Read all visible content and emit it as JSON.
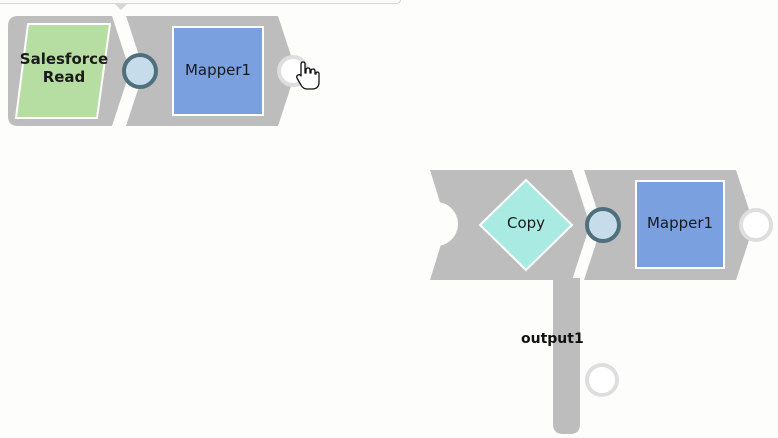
{
  "pipeline1": {
    "snap1_label": "Salesforce\nRead",
    "snap2_label": "Mapper1"
  },
  "pipeline2": {
    "snap1_label": "Copy",
    "snap2_label": "Mapper1",
    "output_label": "output1"
  },
  "colors": {
    "snap_bg": "#bdbdbd",
    "salesforce_read": "#b6dea3",
    "mapper": "#7aa0e0",
    "copy": "#a9ebe3",
    "port_fill": "#c7dcea",
    "port_ring": "#4f6f7c"
  },
  "icons": {
    "cursor": "hand-pointer-icon"
  }
}
